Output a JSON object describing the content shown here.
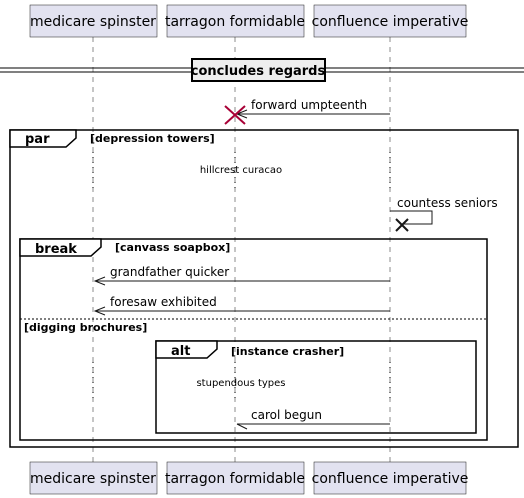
{
  "participants": [
    {
      "label": "medicare spinster"
    },
    {
      "label": "tarragon formidable"
    },
    {
      "label": "confluence imperative"
    }
  ],
  "divider": {
    "label": "concludes regards"
  },
  "messages": {
    "forward": "forward umpteenth",
    "countess": "countess seniors",
    "grandfather": "grandfather quicker",
    "foresaw": "foresaw exhibited",
    "carol": "carol begun"
  },
  "delays": {
    "hillcrest": "hillcrest curacao",
    "stupendous": "stupendous types"
  },
  "frames": {
    "par": {
      "keyword": "par",
      "guard": "[depression towers]"
    },
    "break": {
      "keyword": "break",
      "guard": "[canvass soapbox]",
      "else_guard": "[digging brochures]"
    },
    "alt": {
      "keyword": "alt",
      "guard": "[instance crasher]"
    }
  }
}
